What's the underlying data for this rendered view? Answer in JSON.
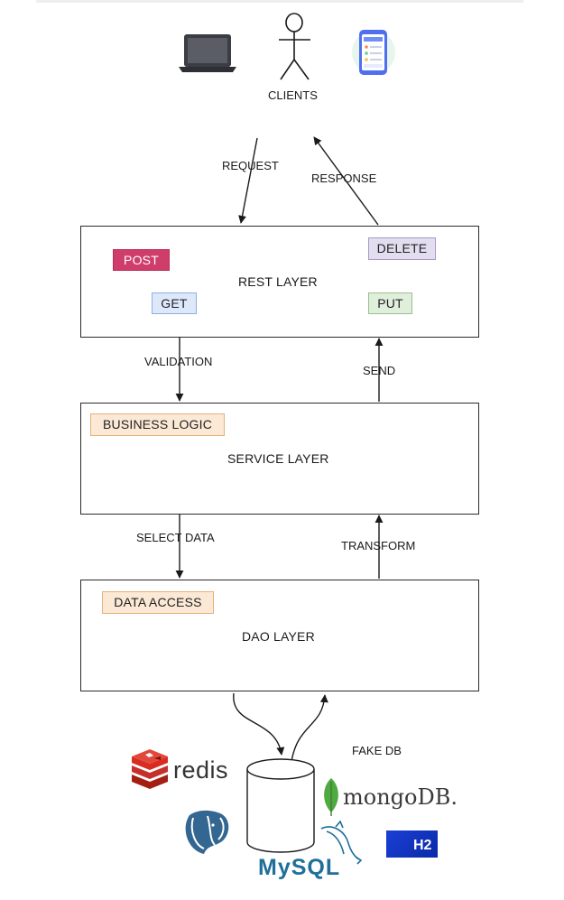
{
  "clients": {
    "label": "CLIENTS",
    "icons": [
      "laptop-icon",
      "stick-figure-icon",
      "mobile-phone-icon"
    ]
  },
  "flows": {
    "request": "REQUEST",
    "response": "RESPONSE",
    "validation": "VALIDATION",
    "send": "SEND",
    "select_data": "SELECT DATA",
    "transform": "TRANSFORM"
  },
  "rest_layer": {
    "title": "REST LAYER",
    "methods": {
      "post": "POST",
      "delete": "DELETE",
      "get": "GET",
      "put": "PUT"
    },
    "colors": {
      "post": "#cf3d6a",
      "delete": "#e3ddf0",
      "get": "#dde9fb",
      "put": "#e0efdc"
    }
  },
  "service_layer": {
    "title": "SERVICE LAYER",
    "tag": "BUSINESS LOGIC"
  },
  "dao_layer": {
    "title": "DAO LAYER",
    "tag": "DATA ACCESS"
  },
  "databases": {
    "fake_db_label": "FAKE DB",
    "redis": "redis",
    "mongodb": "mongoDB.",
    "mysql": "MySQL",
    "h2": "H2",
    "icons": [
      "database-cylinder-icon",
      "redis-logo-icon",
      "mongodb-leaf-icon",
      "postgresql-elephant-icon",
      "mysql-dolphin-icon",
      "h2-logo-icon"
    ]
  }
}
